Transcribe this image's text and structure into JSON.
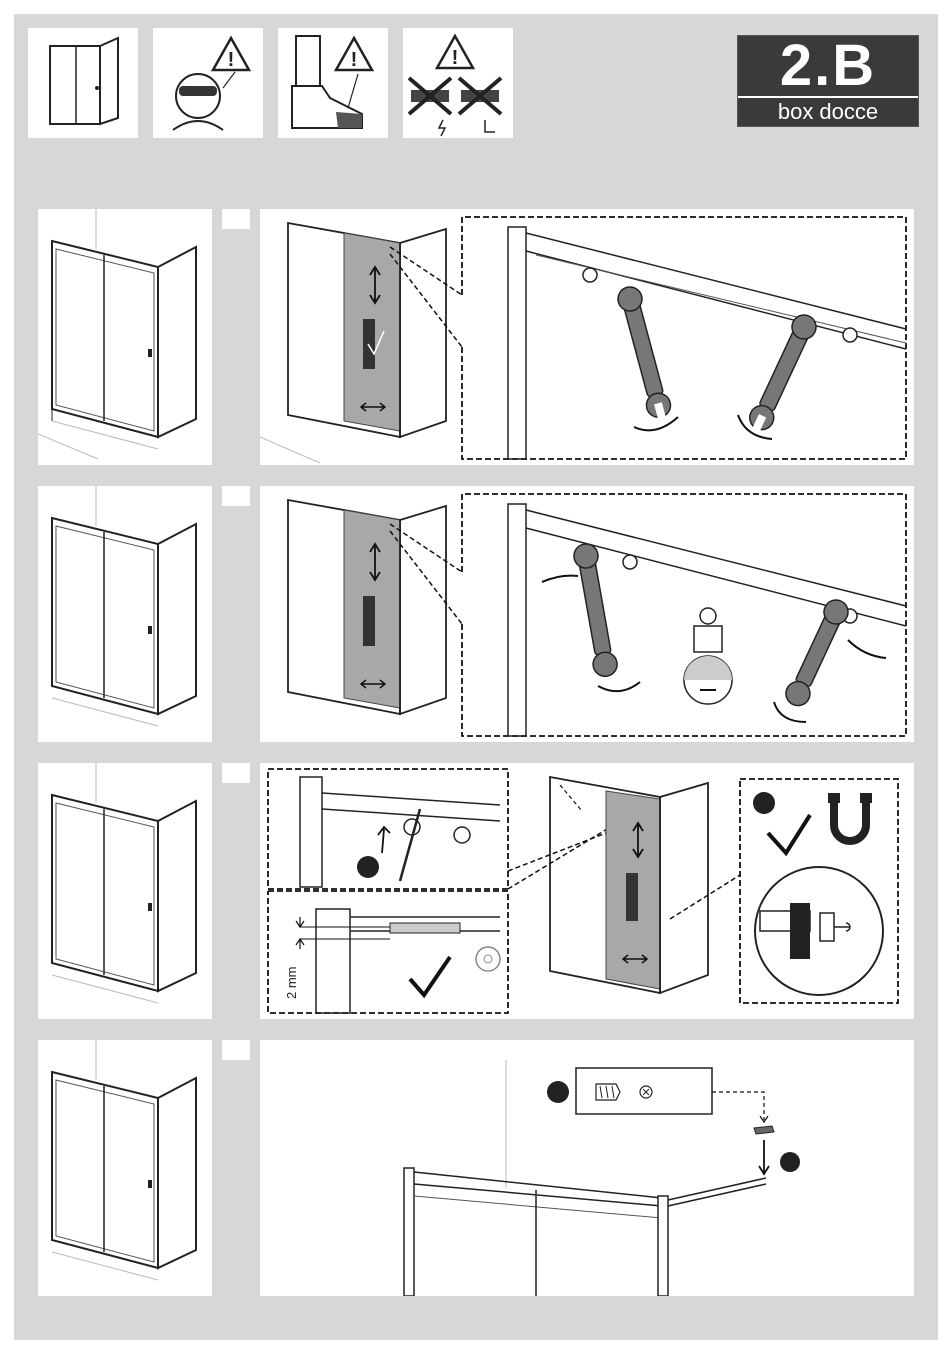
{
  "brand": {
    "logo_text": "2.B",
    "logo_subtext": "box docce"
  },
  "warnings": [
    {
      "icon": "shower-enclosure-icon"
    },
    {
      "icon": "safety-glasses-warning-icon"
    },
    {
      "icon": "safety-shoes-warning-icon"
    },
    {
      "icon": "no-drilling-pipes-warning-icon"
    }
  ],
  "steps": [
    {
      "icon": "wrench-adjust-icon"
    },
    {
      "icon": "wrench-loosen-icon"
    },
    {
      "icon": "magnet-check-icon",
      "measure": "2 mm"
    },
    {
      "icon": "screw-cap-icon"
    }
  ],
  "colors": {
    "background": "#d7d7d7",
    "panel": "#ffffff",
    "logo": "#3a3a3a",
    "glass": "#a8a8a8"
  }
}
